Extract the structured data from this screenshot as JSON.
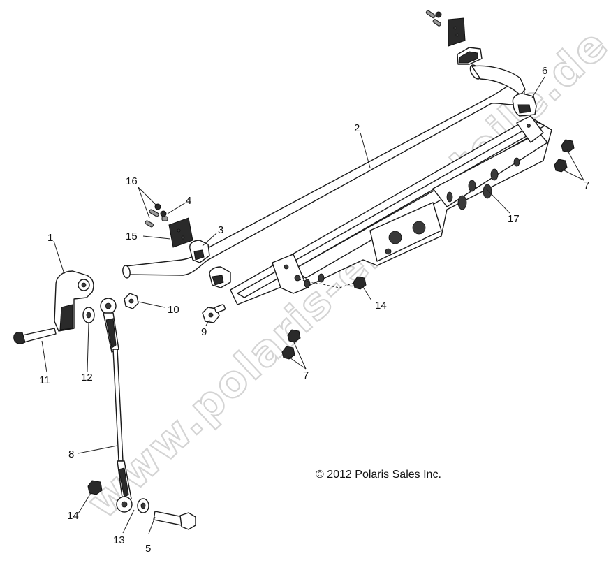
{
  "watermark": "www.polaris-ersatzteile.de",
  "copyright": "© 2012 Polaris Sales Inc.",
  "callouts": [
    {
      "id": "1",
      "text": "1"
    },
    {
      "id": "2",
      "text": "2"
    },
    {
      "id": "3",
      "text": "3"
    },
    {
      "id": "4",
      "text": "4"
    },
    {
      "id": "5",
      "text": "5"
    },
    {
      "id": "6",
      "text": "6"
    },
    {
      "id": "7a",
      "text": "7"
    },
    {
      "id": "7b",
      "text": "7"
    },
    {
      "id": "8",
      "text": "8"
    },
    {
      "id": "9",
      "text": "9"
    },
    {
      "id": "10",
      "text": "10"
    },
    {
      "id": "11",
      "text": "11"
    },
    {
      "id": "12",
      "text": "12"
    },
    {
      "id": "13",
      "text": "13"
    },
    {
      "id": "14a",
      "text": "14"
    },
    {
      "id": "14b",
      "text": "14"
    },
    {
      "id": "15",
      "text": "15"
    },
    {
      "id": "16",
      "text": "16"
    },
    {
      "id": "17",
      "text": "17"
    }
  ]
}
